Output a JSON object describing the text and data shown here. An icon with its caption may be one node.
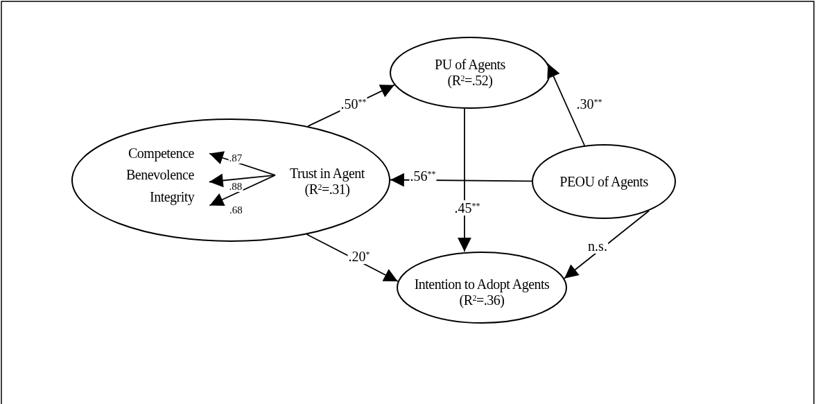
{
  "diagram": {
    "nodes": [
      {
        "text": [],
        "shape": "circle"
      },
      {
        "text": [
          "Trust in Agent",
          "(R$^{2}$=.31)"
        ],
        "in": 0
      },
      {
        "text": [
          "Competence"
        ],
        "in": 0
      },
      {
        "text": [
          "Benevolence"
        ],
        "in": 0
      },
      {
        "text": [
          "Integrity"
        ],
        "in": 0
      },
      {
        "text": [
          "PU of Agents",
          "(R$^{2}$=.52)"
        ]
      },
      {
        "text": [
          "PEOU of Agents"
        ]
      },
      {
        "text": [
          "Intention to Adopt Agents",
          "(R$^{2}$=.36)"
        ]
      }
    ],
    "edges": [
      {
        "from": 1,
        "to": 2,
        "arrow": "to",
        "label": ".87"
      },
      {
        "from": 1,
        "to": 3,
        "arrow": "to",
        "label": ".88"
      },
      {
        "from": 1,
        "to": 4,
        "arrow": "to",
        "label": ".68"
      },
      {
        "from": 0,
        "to": 5,
        "arrow": "to",
        "label": ".50$^{**}$"
      },
      {
        "from": 6,
        "to": 5,
        "arrow": "to",
        "label": ".30$^{**}$"
      },
      {
        "from": 6,
        "to": 0,
        "arrow": "to",
        "label": ".56$^{**}$"
      },
      {
        "from": 5,
        "to": 7,
        "arrow": "to",
        "label": ".45$^{**}$"
      },
      {
        "from": 0,
        "to": 7,
        "arrow": "to",
        "label": ".20$^{*}$"
      },
      {
        "from": 6,
        "to": 7,
        "arrow": "to",
        "label": "n.s."
      }
    ]
  }
}
